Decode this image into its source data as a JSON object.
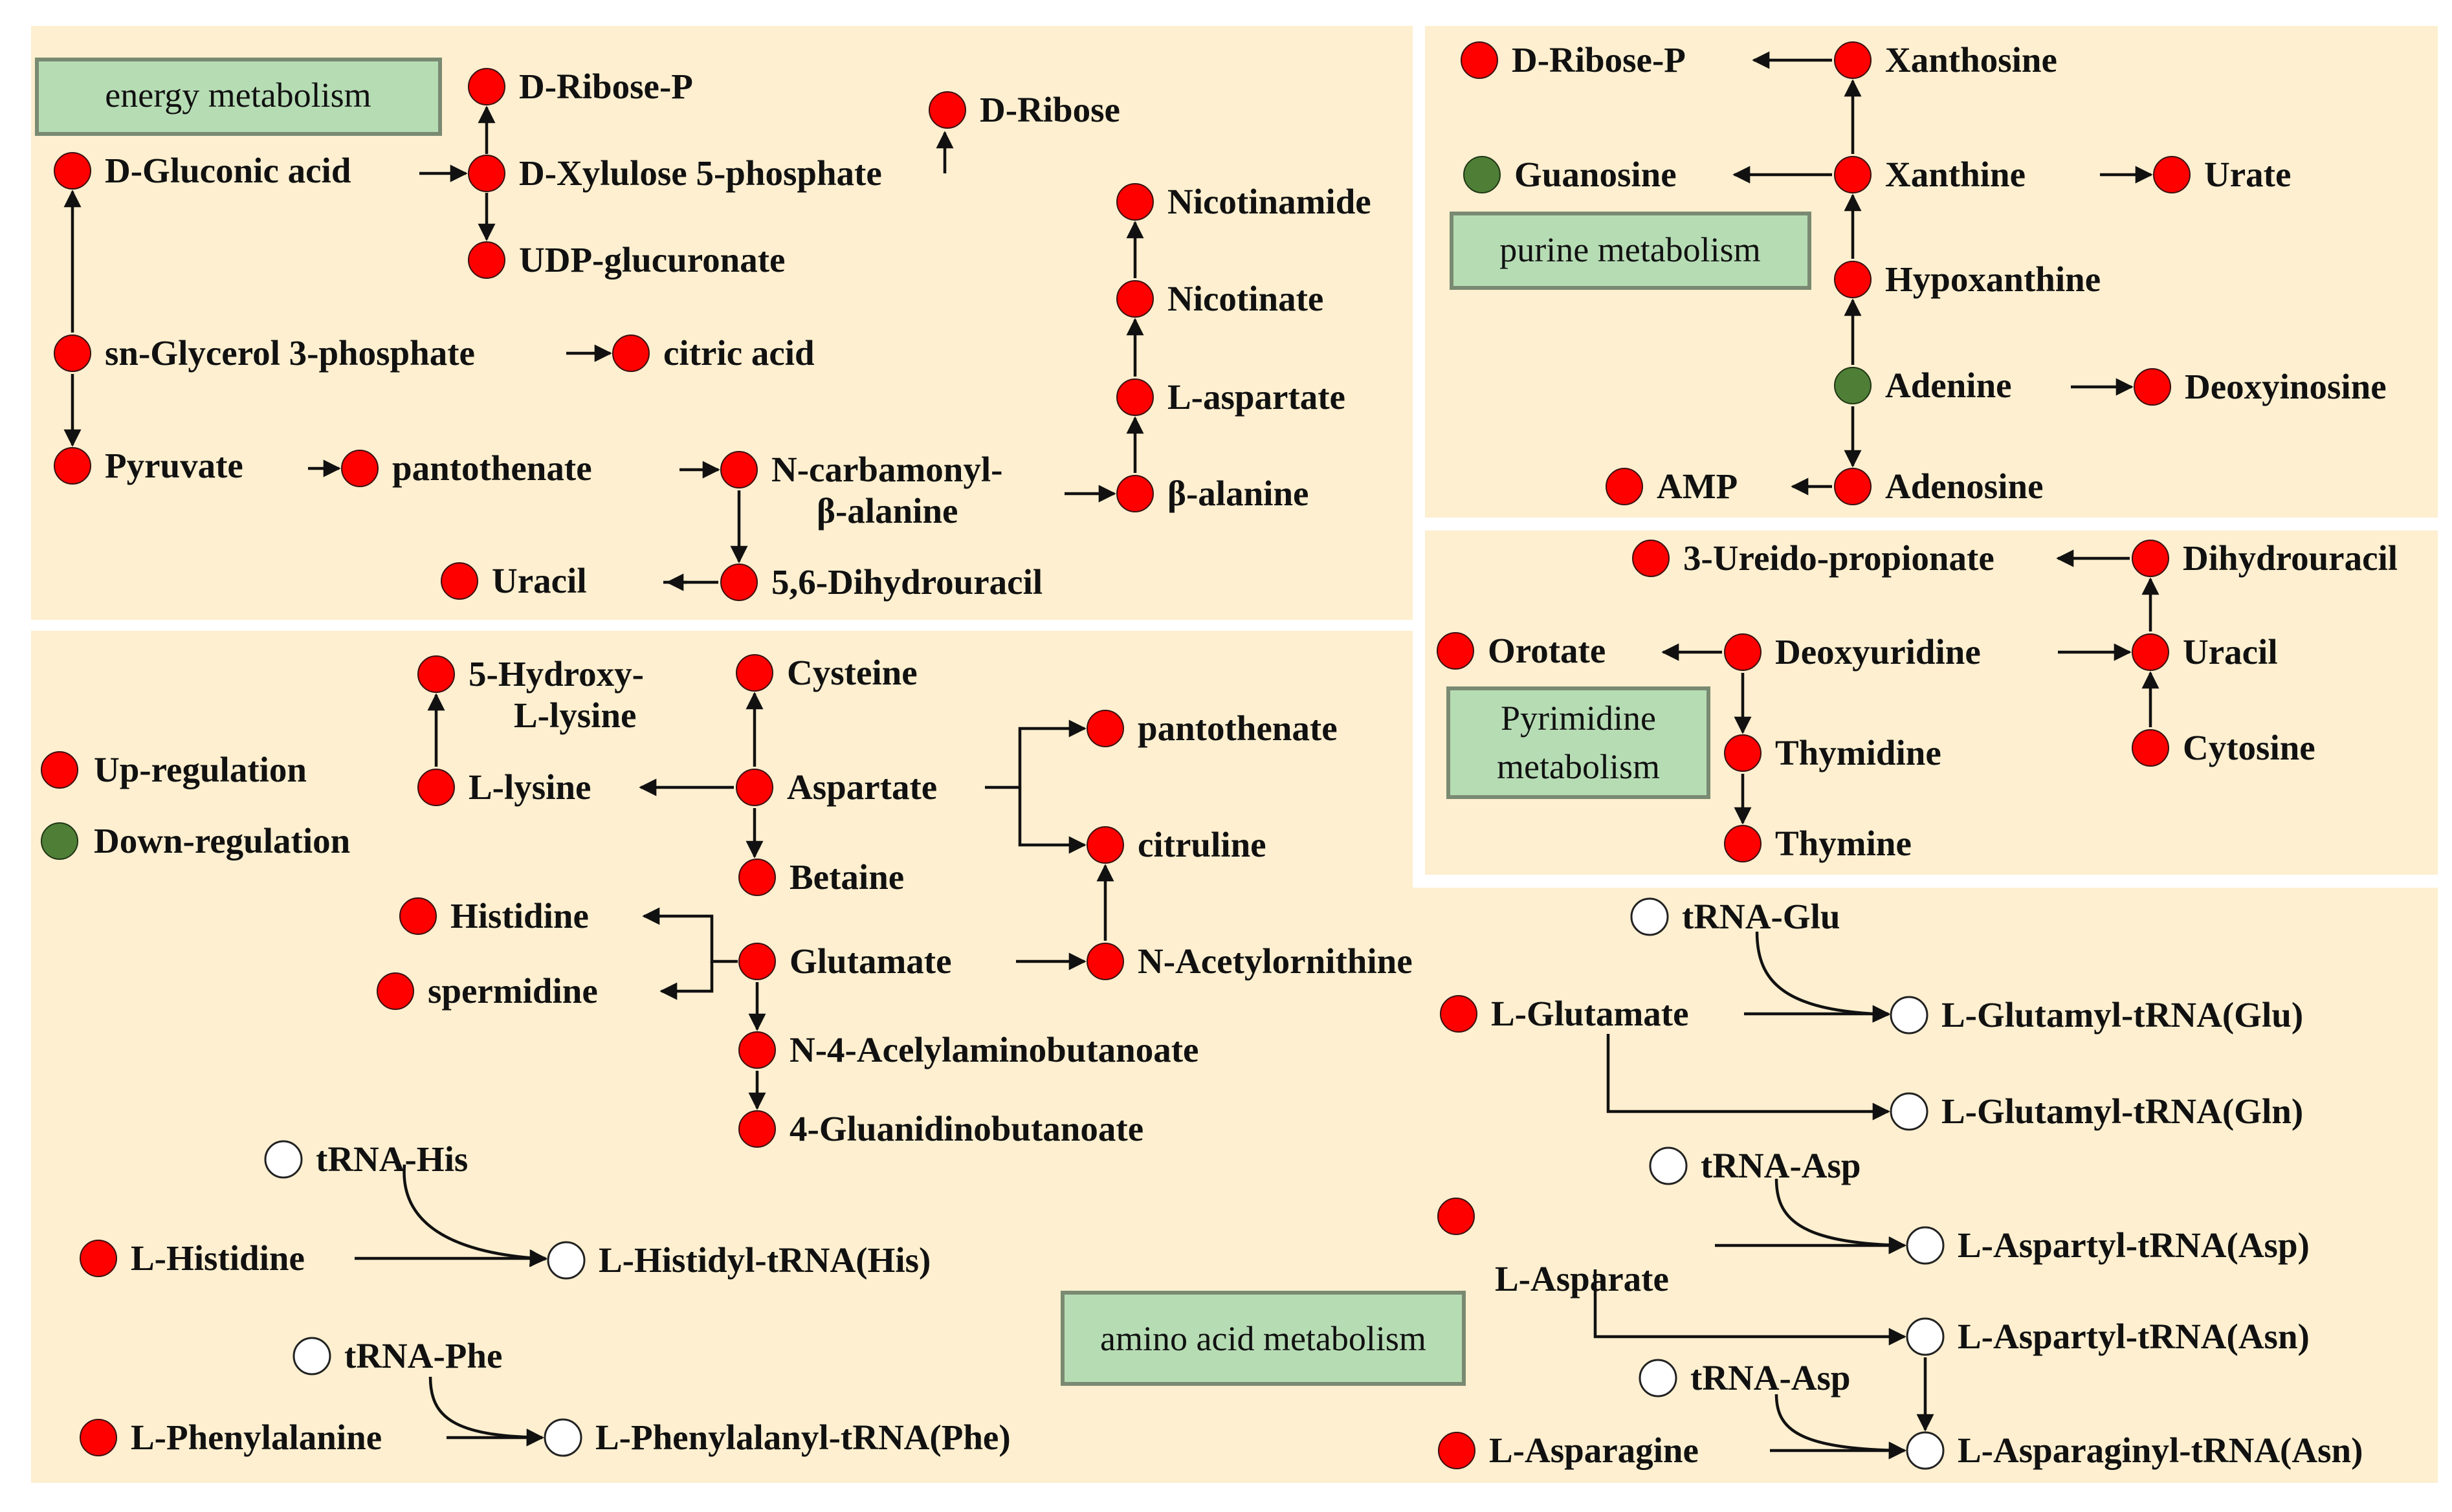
{
  "colors": {
    "background": "#fdefcf",
    "up_regulation": "#ff0000",
    "down_regulation": "#4f7f36",
    "unchanged": "#ffffff",
    "label_box": "#b6dcb4",
    "label_box_border": "#7a8a72"
  },
  "legend": {
    "up": "Up-regulation",
    "down": "Down-regulation"
  },
  "panels": {
    "energy": {
      "title": "energy metabolism",
      "nodes": [
        {
          "id": "d_ribose_p",
          "label": "D-Ribose-P",
          "status": "up"
        },
        {
          "id": "d_ribose",
          "label": "D-Ribose",
          "status": "up"
        },
        {
          "id": "d_gluconic",
          "label": "D-Gluconic acid",
          "status": "up"
        },
        {
          "id": "d_xylulose",
          "label": "D-Xylulose 5-phosphate",
          "status": "up"
        },
        {
          "id": "udp_glucuronate",
          "label": "UDP-glucuronate",
          "status": "up"
        },
        {
          "id": "nicotinamide",
          "label": "Nicotinamide",
          "status": "up"
        },
        {
          "id": "nicotinate",
          "label": "Nicotinate",
          "status": "up"
        },
        {
          "id": "sn_glycerol",
          "label": "sn-Glycerol 3-phosphate",
          "status": "up"
        },
        {
          "id": "citric_acid",
          "label": "citric acid",
          "status": "up"
        },
        {
          "id": "l_aspartate",
          "label": "L-aspartate",
          "status": "up"
        },
        {
          "id": "pyruvate",
          "label": "Pyruvate",
          "status": "up"
        },
        {
          "id": "pantothenate_e",
          "label": "pantothenate",
          "status": "up"
        },
        {
          "id": "n_carbamoyl",
          "label": "N-carbamonyl-",
          "label2": "β-alanine",
          "status": "up"
        },
        {
          "id": "beta_alanine",
          "label": "β-alanine",
          "status": "up"
        },
        {
          "id": "uracil_e",
          "label": "Uracil",
          "status": "up"
        },
        {
          "id": "dihydrouracil_e",
          "label": "5,6-Dihydrouracil",
          "status": "up"
        }
      ]
    },
    "purine": {
      "title": "purine metabolism",
      "nodes": [
        {
          "id": "p_d_ribose_p",
          "label": "D-Ribose-P",
          "status": "up"
        },
        {
          "id": "xanthosine",
          "label": "Xanthosine",
          "status": "up"
        },
        {
          "id": "guanosine",
          "label": "Guanosine",
          "status": "down"
        },
        {
          "id": "xanthine",
          "label": "Xanthine",
          "status": "up"
        },
        {
          "id": "urate",
          "label": "Urate",
          "status": "up"
        },
        {
          "id": "hypoxanthine",
          "label": "Hypoxanthine",
          "status": "up"
        },
        {
          "id": "adenine",
          "label": "Adenine",
          "status": "down"
        },
        {
          "id": "deoxyinosine",
          "label": "Deoxyinosine",
          "status": "up"
        },
        {
          "id": "amp",
          "label": "AMP",
          "status": "up"
        },
        {
          "id": "adenosine",
          "label": "Adenosine",
          "status": "up"
        }
      ]
    },
    "pyrimidine": {
      "title_line1": "Pyrimidine",
      "title_line2": "metabolism",
      "nodes": [
        {
          "id": "ureido",
          "label": "3-Ureido-propionate",
          "status": "up"
        },
        {
          "id": "dihydrouracil_p",
          "label": "Dihydrouracil",
          "status": "up"
        },
        {
          "id": "orotate",
          "label": "Orotate",
          "status": "up"
        },
        {
          "id": "deoxyuridine",
          "label": "Deoxyuridine",
          "status": "up"
        },
        {
          "id": "uracil_p",
          "label": "Uracil",
          "status": "up"
        },
        {
          "id": "thymidine",
          "label": "Thymidine",
          "status": "up"
        },
        {
          "id": "cytosine",
          "label": "Cytosine",
          "status": "up"
        },
        {
          "id": "thymine",
          "label": "Thymine",
          "status": "up"
        }
      ]
    },
    "amino": {
      "title": "amino acid metabolism",
      "nodes": [
        {
          "id": "hydroxylysine",
          "label": "5-Hydroxy-",
          "label2": "L-lysine",
          "status": "up"
        },
        {
          "id": "cysteine",
          "label": "Cysteine",
          "status": "up"
        },
        {
          "id": "l_lysine",
          "label": "L-lysine",
          "status": "up"
        },
        {
          "id": "aspartate_a",
          "label": "Aspartate",
          "status": "up"
        },
        {
          "id": "pantothenate_a",
          "label": "pantothenate",
          "status": "up"
        },
        {
          "id": "betaine",
          "label": "Betaine",
          "status": "up"
        },
        {
          "id": "citruline",
          "label": "citruline",
          "status": "up"
        },
        {
          "id": "histidine",
          "label": "Histidine",
          "status": "up"
        },
        {
          "id": "glutamate",
          "label": "Glutamate",
          "status": "up"
        },
        {
          "id": "n_acetylornithine",
          "label": "N-Acetylornithine",
          "status": "up"
        },
        {
          "id": "spermidine",
          "label": "spermidine",
          "status": "up"
        },
        {
          "id": "n4_acelyl",
          "label": "N-4-Acelylaminobutanoate",
          "status": "up"
        },
        {
          "id": "guanidino",
          "label": "4-Gluanidinobutanoate",
          "status": "up"
        },
        {
          "id": "trna_his",
          "label": "tRNA-His",
          "status": "none"
        },
        {
          "id": "l_histidine",
          "label": "L-Histidine",
          "status": "up"
        },
        {
          "id": "l_histidyl",
          "label": "L-Histidyl-tRNA(His)",
          "status": "none"
        },
        {
          "id": "trna_phe",
          "label": "tRNA-Phe",
          "status": "none"
        },
        {
          "id": "l_phenylalanine",
          "label": "L-Phenylalanine",
          "status": "up"
        },
        {
          "id": "l_phenylalanyl",
          "label": "L-Phenylalanyl-tRNA(Phe)",
          "status": "none"
        },
        {
          "id": "trna_glu",
          "label": "tRNA-Glu",
          "status": "none"
        },
        {
          "id": "l_glutamate",
          "label": "L-Glutamate",
          "status": "up"
        },
        {
          "id": "l_glutamyl_glu",
          "label": "L-Glutamyl-tRNA(Glu)",
          "status": "none"
        },
        {
          "id": "l_glutamyl_gln",
          "label": "L-Glutamyl-tRNA(Gln)",
          "status": "none"
        },
        {
          "id": "trna_asp1",
          "label": "tRNA-Asp",
          "status": "none"
        },
        {
          "id": "l_asparate",
          "label": "L-Asparate",
          "status": "up"
        },
        {
          "id": "l_aspartyl_asp",
          "label": "L-Aspartyl-tRNA(Asp)",
          "status": "none"
        },
        {
          "id": "l_aspartyl_asn",
          "label": "L-Aspartyl-tRNA(Asn)",
          "status": "none"
        },
        {
          "id": "trna_asp2",
          "label": "tRNA-Asp",
          "status": "none"
        },
        {
          "id": "l_asparagine",
          "label": "L-Asparagine",
          "status": "up"
        },
        {
          "id": "l_asparaginyl",
          "label": "L-Asparaginyl-tRNA(Asn)",
          "status": "none"
        }
      ]
    }
  }
}
